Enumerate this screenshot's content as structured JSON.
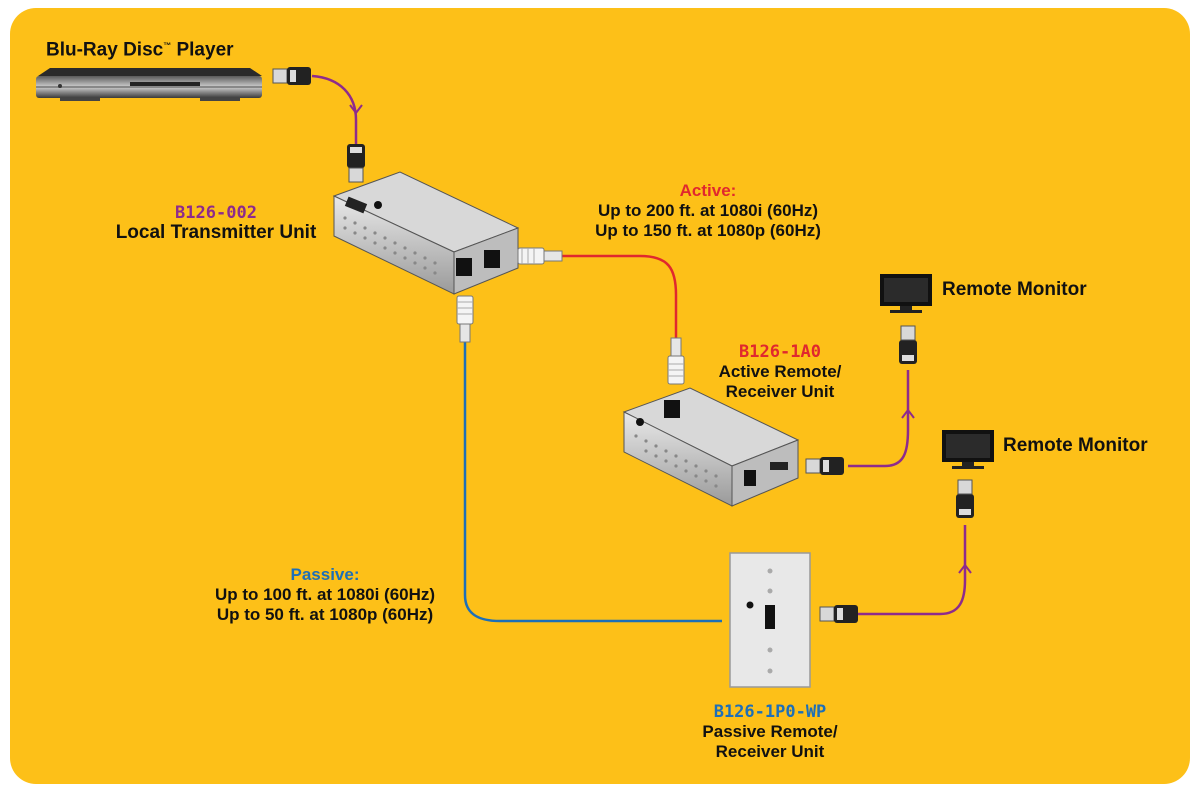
{
  "colors": {
    "background": "#FDC018",
    "hdmi_cable": "#8E2B8C",
    "active": "#E0282E",
    "passive": "#1D6FB8"
  },
  "player": {
    "name": "Blu-Ray Disc",
    "trademark": "™",
    "suffix": "Player"
  },
  "transmitter": {
    "model": "B126-002",
    "description": "Local Transmitter Unit"
  },
  "active_spec": {
    "heading": "Active:",
    "line1": "Up to 200 ft. at 1080i (60Hz)",
    "line2": "Up to 150 ft. at 1080p (60Hz)"
  },
  "active_receiver": {
    "model": "B126-1A0",
    "line1": "Active Remote/",
    "line2": "Receiver Unit"
  },
  "passive_spec": {
    "heading": "Passive:",
    "line1": "Up to 100 ft. at 1080i (60Hz)",
    "line2": "Up to 50 ft. at 1080p (60Hz)"
  },
  "passive_receiver": {
    "model": "B126-1P0-WP",
    "line1": "Passive Remote/",
    "line2": "Receiver Unit"
  },
  "monitors": [
    {
      "label": "Remote Monitor"
    },
    {
      "label": "Remote Monitor"
    }
  ],
  "icons": [
    "blu-ray-player-icon",
    "hdmi-plug-icon",
    "rj45-plug-icon",
    "monitor-icon",
    "arrow-up-icon",
    "arrow-down-icon"
  ]
}
